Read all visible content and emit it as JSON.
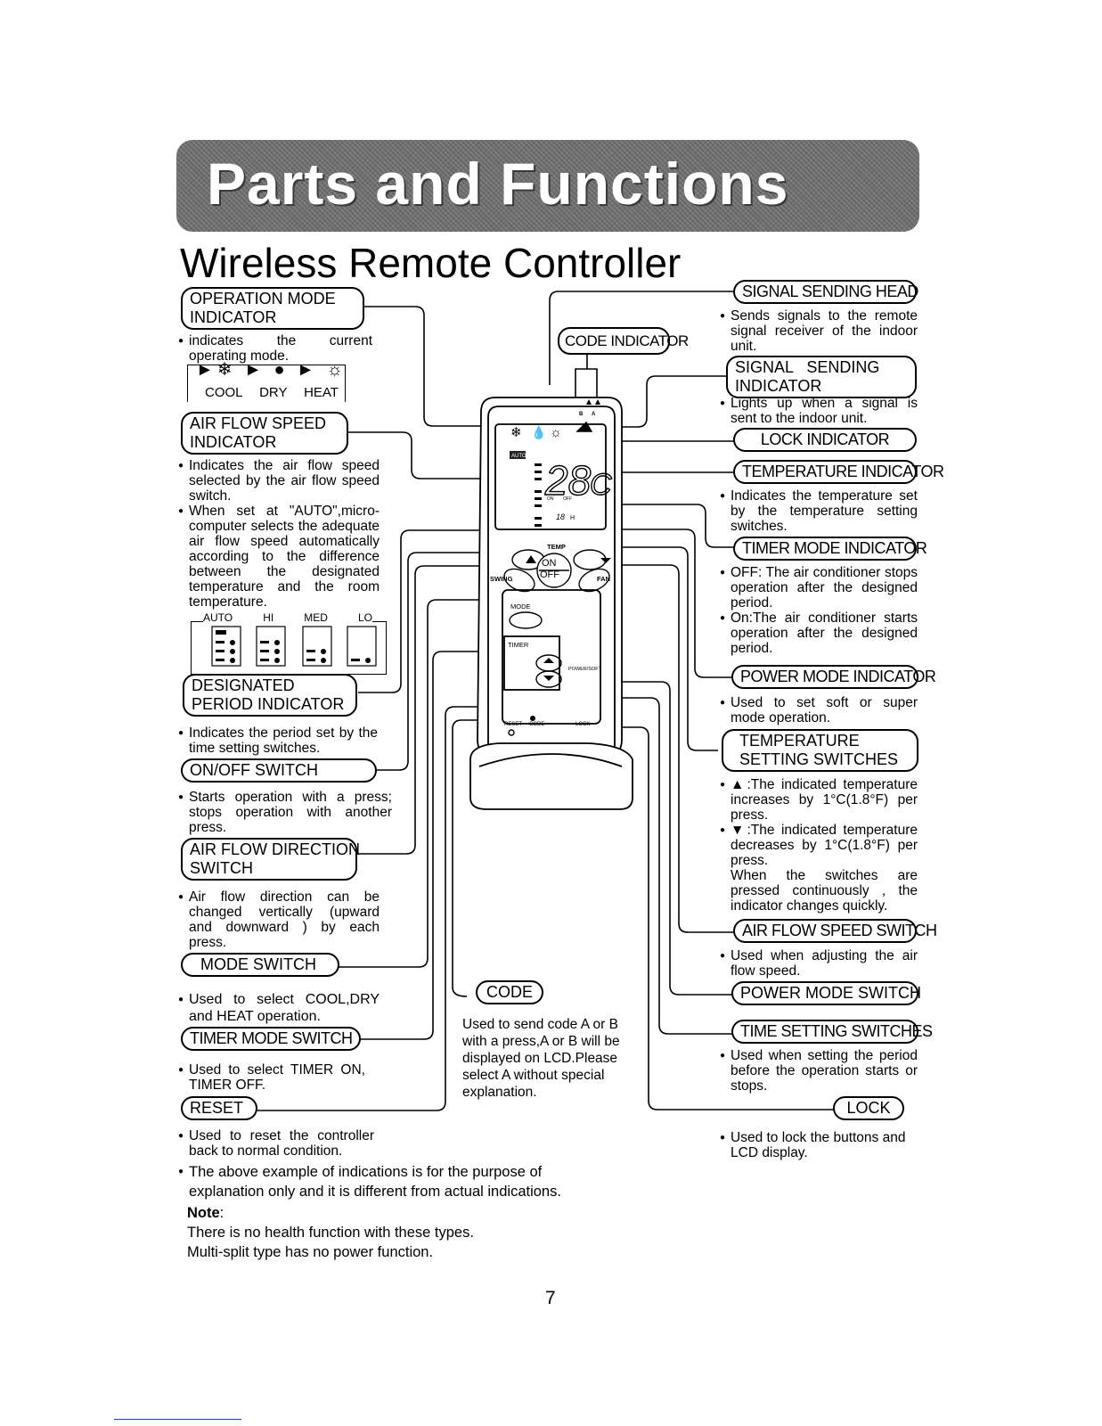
{
  "header": {
    "title": "Parts and Functions",
    "subtitle": "Wireless Remote Controller"
  },
  "labels": {
    "op_mode": [
      "OPERATION MODE",
      "INDICATOR"
    ],
    "air_flow_speed_ind": [
      "AIR FLOW SPEED",
      "INDICATOR"
    ],
    "designated_period": [
      "DESIGNATED",
      "PERIOD INDICATOR"
    ],
    "on_off_switch": "ON/OFF SWITCH",
    "air_flow_direction": [
      "AIR FLOW DIRECTION",
      "SWITCH"
    ],
    "mode_switch": "MODE SWITCH",
    "timer_mode_switch": "TIMER MODE SWITCH",
    "reset": "RESET",
    "code_indicator": "CODE INDICATOR",
    "signal_head": "SIGNAL SENDING HEAD",
    "signal_indicator": [
      "SIGNAL   SENDING",
      "INDICATOR"
    ],
    "lock_indicator": "LOCK INDICATOR",
    "temperature_indicator": "TEMPERATURE INDICATOR",
    "timer_mode_indicator": "TIMER MODE INDICATOR",
    "power_mode_indicator": "POWER MODE INDICATOR",
    "temp_setting_switches": [
      "TEMPERATURE",
      "SETTING SWITCHES"
    ],
    "air_flow_speed_switch": "AIR FLOW SPEED SWITCH",
    "power_mode_switch": "POWER MODE SWITCH",
    "time_setting_switches": "TIME SETTING SWITCHES",
    "lock": "LOCK",
    "code": "CODE"
  },
  "descriptions": {
    "op_mode": "indicates   the   current operating  mode.",
    "air_flow_speed_1": "Indicates  the  air  flow speed selected  by  the  air flow speed  switch.",
    "air_flow_speed_2": "When set at \"AUTO\",micro-computer    selects    the adequate   air  flow  speed automatically   according  to the  difference   between  the designated temperature and the room temperature.",
    "designated_period": "Indicates  the  period  set  by the  time  setting  switches.",
    "on_off_switch": "Starts operation with a press; stops operation with another press.",
    "air_flow_direction": "Air   flow  direction   can  be changed  vertically  (upward and   downward )   by  each press.",
    "mode_switch": "Used to select COOL,DRY and HEAT operation.",
    "timer_mode_switch": "Used to select TIMER ON, TIMER OFF.",
    "reset": "Used to reset the controller back to normal condition.",
    "code": "Used to send code A or B with a press,A or B will be displayed on LCD.Please select A without special explanation.",
    "signal_head": "Sends signals to the remote signal receiver of the indoor unit.",
    "signal_indicator": "Lights  up  when a signal is sent to the indoor unit.",
    "temperature_indicator": "Indicates the temperature set by  the  temperature  setting switches.",
    "timer_off": "OFF:  The   air  conditioner stops  operation   after  the designed  period.",
    "timer_on": "On:The air conditioner starts operation  after the designed period.",
    "power_mode_indicator": "Used to set soft or super mode operation.",
    "temp_up": ":The indicated temperature increases by 1°C(1.8°F) per press.",
    "temp_down": ":The indicated temperature decreases by 1°C(1.8°F) per press.",
    "temp_continuous": "When   the  switches  are pressed  continuously ,  the indicator changes quickly.",
    "air_flow_speed_switch": "Used when adjusting the air flow speed.",
    "time_setting_switches": "Used when setting the period before the operation starts or stops.",
    "lock": "Used to lock the buttons and LCD display.",
    "example": "The above example of indications is for the purpose of explanation only and it is different from actual indications."
  },
  "mode_legend": [
    "COOL",
    "DRY",
    "HEAT"
  ],
  "speed_legend": [
    "AUTO",
    "HI",
    "MED",
    "LO"
  ],
  "note": {
    "title": "Note",
    "lines": [
      "There is no health function with these types.",
      "Multi-split type has no power function."
    ]
  },
  "remote": {
    "display_temp": "28",
    "display_timer": "18",
    "display_timer_unit": "H",
    "button_labels": {
      "temp": "TEMP",
      "on": "ON",
      "off": "OFF",
      "swing": "SWING",
      "fan": "FAN",
      "mode": "MODE",
      "timer": "TIMER",
      "power_soft": "POWER/SOFT",
      "reset": "RESET",
      "code": "CODE",
      "lock": "LOCK",
      "auto_badge": "AUTO",
      "on_badge": "ON",
      "off_badge": "OFF",
      "code_a": "A",
      "code_b": "B"
    }
  },
  "page_number": "7"
}
